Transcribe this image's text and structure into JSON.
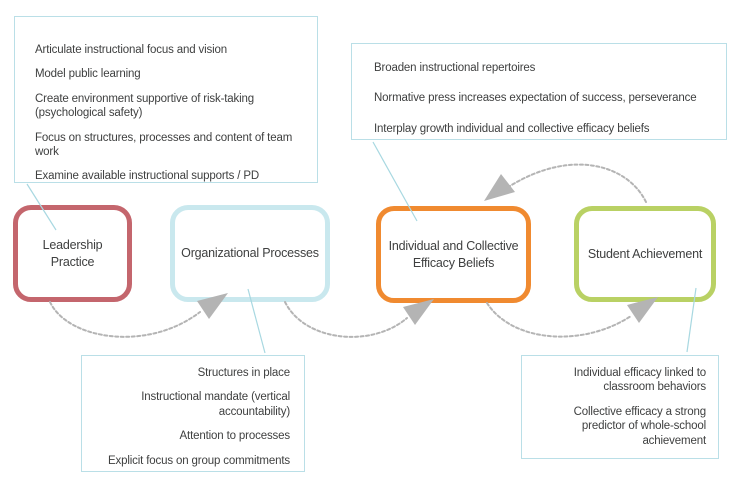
{
  "colors": {
    "text": "#3f4040",
    "connector_blue": "#a8d8e1",
    "callout_border": "#badfe7",
    "arrow_gray": "#b4b4b4"
  },
  "nodes": [
    {
      "id": "leadership-practice",
      "lines": [
        "Leadership",
        "Practice"
      ],
      "border_color": "#c4666d"
    },
    {
      "id": "organizational-processes",
      "lines": [
        "Organizational Processes"
      ],
      "border_color": "#c9e8ee"
    },
    {
      "id": "efficacy-beliefs",
      "lines": [
        "Individual and Collective",
        "Efficacy Beliefs"
      ],
      "border_color": "#f08a30"
    },
    {
      "id": "student-achievement",
      "lines": [
        "Student Achievement"
      ],
      "border_color": "#b9d164"
    }
  ],
  "callouts": {
    "leadership_practices": {
      "attached_to": "leadership-practice",
      "items": [
        "Articulate instructional focus and vision",
        "Model public learning",
        "Create environment supportive of risk-taking (psychological safety)",
        "Focus on structures, processes and content of team work",
        "Examine available instructional supports / PD"
      ]
    },
    "efficacy_outcomes": {
      "attached_to": "efficacy-beliefs",
      "items": [
        "Broaden instructional repertoires",
        "Normative press increases expectation of success, perseverance",
        "Interplay growth individual and collective efficacy beliefs"
      ]
    },
    "organizational_indicators": {
      "attached_to": "organizational-processes",
      "items": [
        "Structures in place",
        "Instructional mandate (vertical accountability)",
        "Attention to processes",
        "Explicit focus on group commitments"
      ]
    },
    "achievement_links": {
      "attached_to": "student-achievement",
      "items": [
        "Individual efficacy linked to classroom behaviors",
        "Collective efficacy a strong predictor of whole-school achievement"
      ]
    }
  },
  "edges": [
    {
      "from": "leadership-practice",
      "to": "organizational-processes",
      "arc": "bottom"
    },
    {
      "from": "organizational-processes",
      "to": "efficacy-beliefs",
      "arc": "bottom"
    },
    {
      "from": "efficacy-beliefs",
      "to": "student-achievement",
      "arc": "bottom"
    },
    {
      "from": "student-achievement",
      "to": "efficacy-beliefs",
      "arc": "top"
    }
  ]
}
